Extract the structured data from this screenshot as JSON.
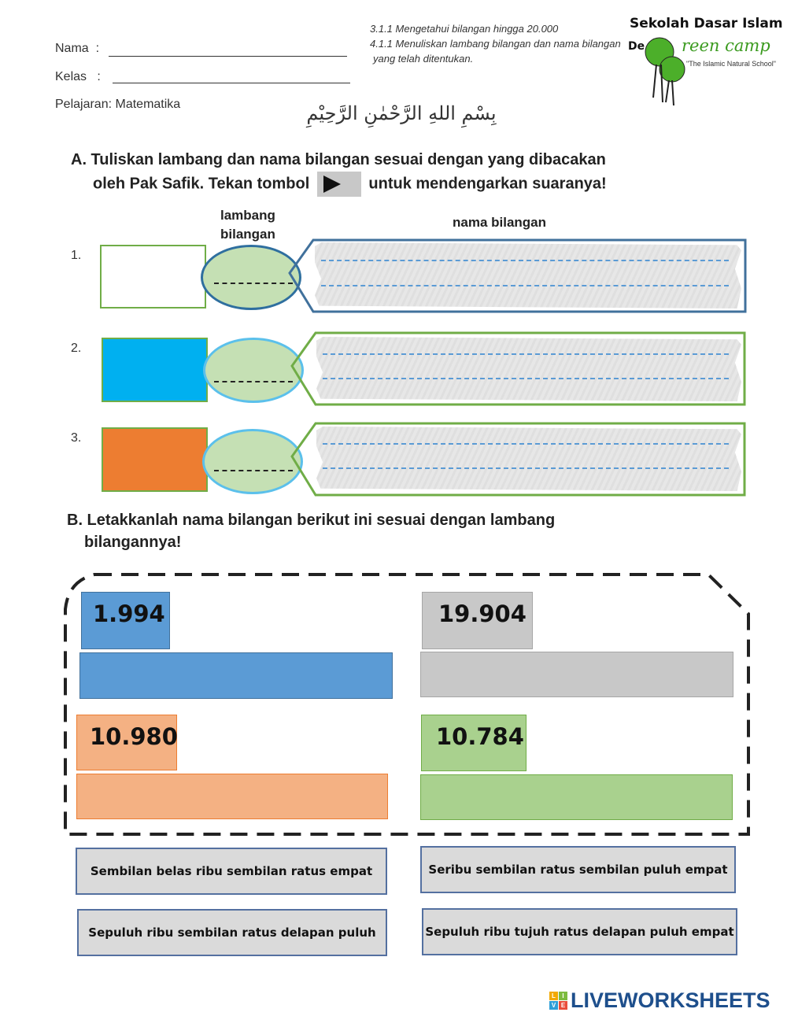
{
  "header": {
    "nama_label": "Nama",
    "kelas_label": "Kelas",
    "colon": ":",
    "pelajaran": "Pelajaran: Matematika",
    "objectives": [
      "3.1.1 Mengetahui bilangan hingga 20.000",
      "4.1.1 Menuliskan lambang bilangan dan nama bilangan",
      "yang telah ditentukan."
    ],
    "bismillah": "بِسْمِ اللهِ الرَّحْمٰنِ الرَّحِيْمِ",
    "school": {
      "name": "Sekolah Dasar Islam",
      "prefix": "De",
      "brand": "reen camp",
      "tagline": "\"The Islamic Natural School\""
    }
  },
  "section_a": {
    "line1": "A. Tuliskan lambang dan nama bilangan sesuai dengan yang dibacakan",
    "line2_pre": "oleh Pak Safik. Tekan tombol",
    "line2_post": "untuk mendengarkan suaranya!",
    "col_lambang_1": "lambang",
    "col_lambang_2": "bilangan",
    "col_nama": "nama bilangan",
    "rows": [
      {
        "number": "1.",
        "square_color": "#ffffff",
        "square_border": "#70ad47",
        "oval_border": "#2f6f9f",
        "frame_border": "#41719c"
      },
      {
        "number": "2.",
        "square_color": "#00b0f0",
        "square_border": "#70ad47",
        "oval_border": "#5bc0eb",
        "frame_border": "#70ad47"
      },
      {
        "number": "3.",
        "square_color": "#ed7d31",
        "square_border": "#70ad47",
        "oval_border": "#5bc0eb",
        "frame_border": "#70ad47"
      }
    ]
  },
  "section_b": {
    "line1": "B. Letakkanlah nama bilangan berikut ini sesuai dengan lambang",
    "line2": "bilangannya!",
    "items": [
      {
        "number": "1.994",
        "color": "#5b9bd5",
        "border": "#41719c",
        "bar": "#5b9bd5"
      },
      {
        "number": "19.904",
        "color": "#c8c8c8",
        "border": "#a6a6a6",
        "bar": "#c8c8c8"
      },
      {
        "number": "10.980",
        "color": "#f4b183",
        "border": "#ed7d31",
        "bar": "#f4b183"
      },
      {
        "number": "10.784",
        "color": "#a9d18e",
        "border": "#70ad47",
        "bar": "#a9d18e"
      }
    ],
    "answers": [
      "Sembilan belas ribu sembilan ratus empat",
      "Seribu sembilan ratus sembilan puluh empat",
      "Sepuluh ribu sembilan ratus delapan puluh",
      "Sepuluh ribu tujuh ratus delapan puluh empat"
    ]
  },
  "footer": {
    "logo_letters": "LIVE",
    "logo_text": "LIVEWORKSHEETS"
  }
}
